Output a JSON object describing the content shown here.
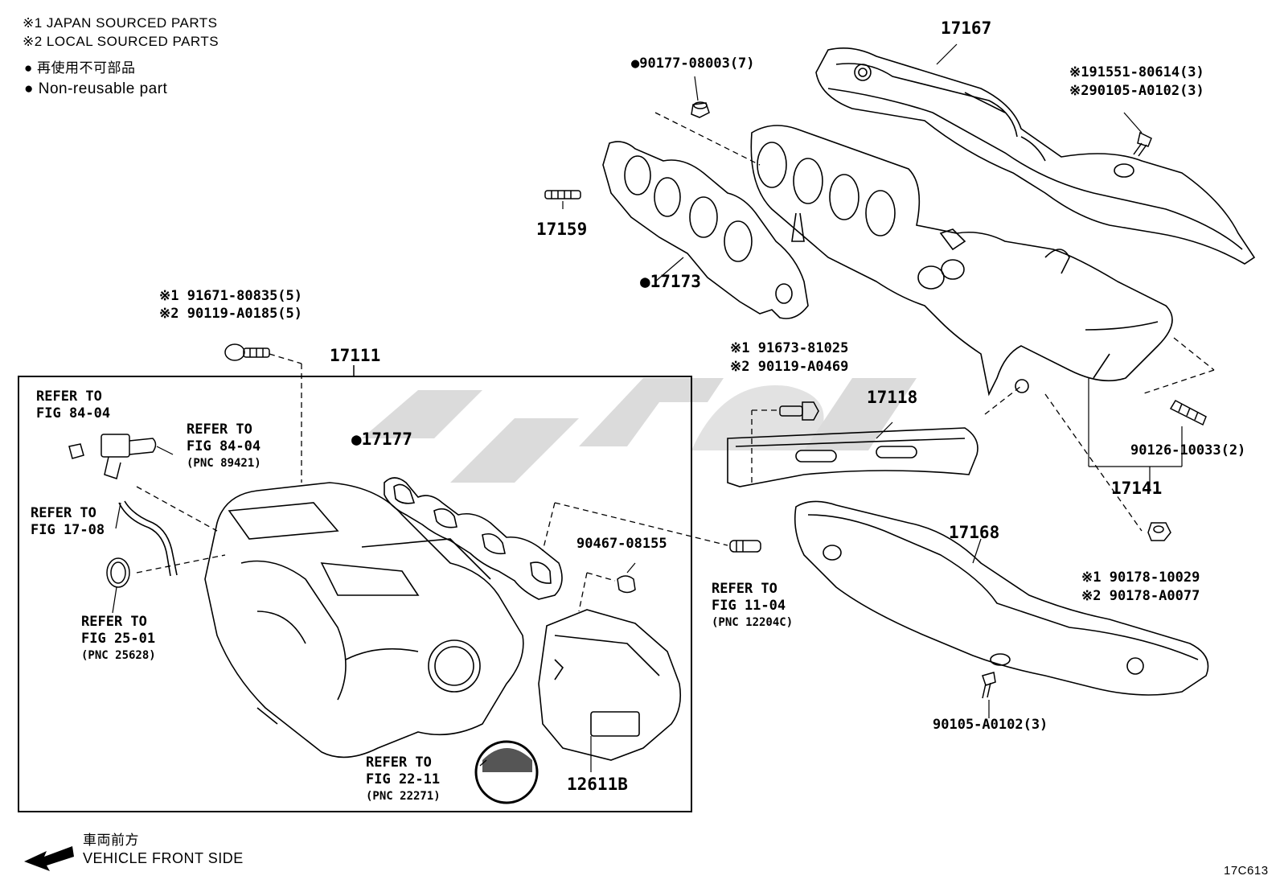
{
  "legend": {
    "japan": "※1 JAPAN SOURCED PARTS",
    "local": "※2 LOCAL SOURCED PARTS",
    "nonreusable_jp": "● 再使用不可部品",
    "nonreusable_en": "● Non-reusable part"
  },
  "parts": {
    "p17167": "17167",
    "p90177": "●90177-08003(7)",
    "p191551": "※191551-80614(3)",
    "p290105": "※290105-A0102(3)",
    "p17159": "17159",
    "p17173": "●17173",
    "p91671": "※1 91671-80835(5)",
    "p90119a": "※2 90119-A0185(5)",
    "p17111": "17111",
    "p91673": "※1 91673-81025",
    "p90119b": "※2 90119-A0469",
    "p17118": "17118",
    "p17177": "●17177",
    "p90126": "90126-10033(2)",
    "p17141": "17141",
    "p17168": "17168",
    "p90467": "90467-08155",
    "p90178a": "※1 90178-10029",
    "p90178b": "※2 90178-A0077",
    "p90105": "90105-A0102(3)",
    "p12611": "12611B"
  },
  "refs": {
    "r1": {
      "a": "REFER TO",
      "b": "FIG 84-04"
    },
    "r2": {
      "a": "REFER TO",
      "b": "FIG 84-04",
      "c": "(PNC 89421)"
    },
    "r3": {
      "a": "REFER TO",
      "b": "FIG 17-08"
    },
    "r4": {
      "a": "REFER TO",
      "b": "FIG 25-01",
      "c": "(PNC 25628)"
    },
    "r5": {
      "a": "REFER TO",
      "b": "FIG 11-04",
      "c": "(PNC 12204C)"
    },
    "r6": {
      "a": "REFER TO",
      "b": "FIG 22-11",
      "c": "(PNC 22271)"
    }
  },
  "footer": {
    "front_jp": "車両前方",
    "front_en": "VEHICLE FRONT SIDE",
    "figure_code": "17C613"
  }
}
